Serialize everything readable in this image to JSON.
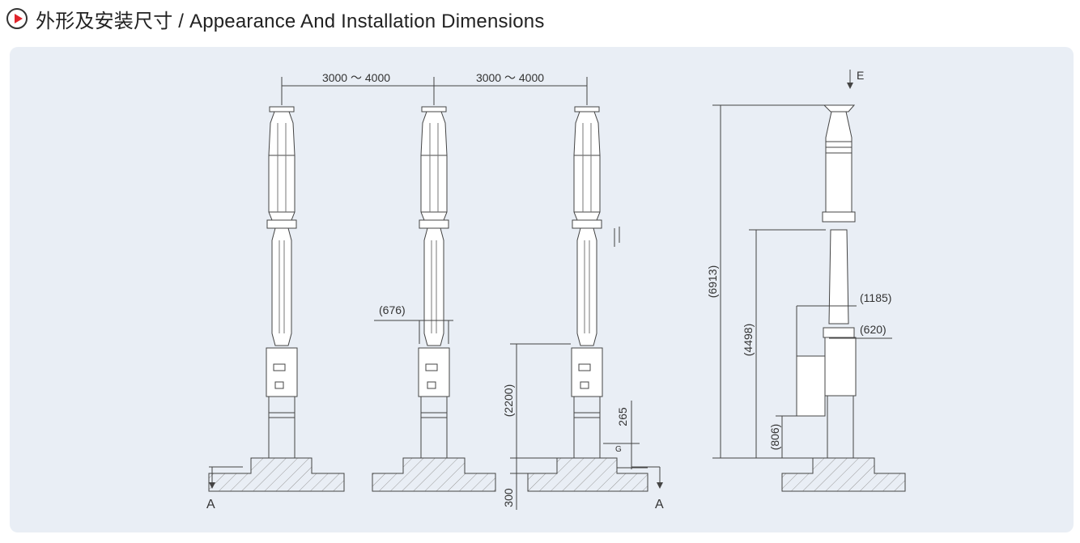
{
  "header": {
    "title": "外形及安装尺寸 / Appearance And Installation Dimensions",
    "icon": "play-circle-icon",
    "accent": "#e0242b"
  },
  "diagram": {
    "span_1": "3000 ～ 4000",
    "span_2": "3000 ～ 4000",
    "dim_676": "(676)",
    "dim_2200": "(2200)",
    "dim_265": "265",
    "dim_300": "300",
    "label_g": "G",
    "section_a_left": "A",
    "section_a_right": "A",
    "dim_6913": "(6913)",
    "dim_4498": "(4498)",
    "dim_806": "(806)",
    "dim_1185": "(1185)",
    "dim_620": "(620)",
    "label_e": "E"
  }
}
